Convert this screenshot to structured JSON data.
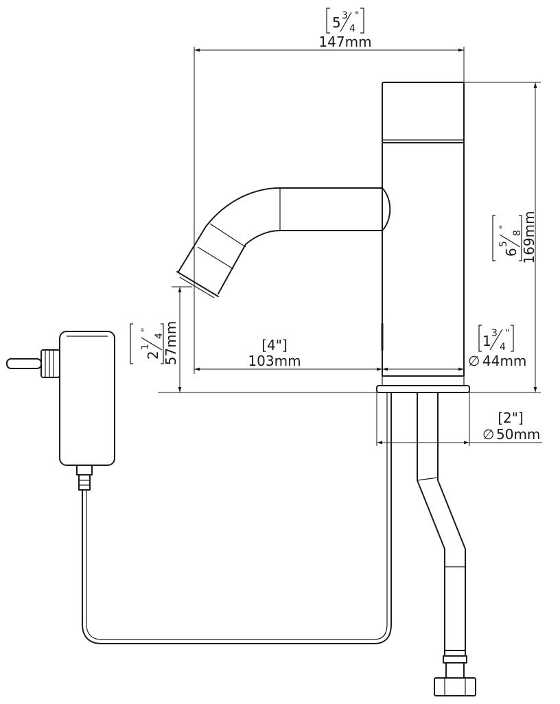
{
  "dimensions": {
    "width_total": {
      "imperial": "[5 3/4\"]",
      "metric": "147mm",
      "whole": "5",
      "num": "3",
      "den": "4"
    },
    "height_total": {
      "imperial": "[6 5/8\"]",
      "metric": "169mm",
      "whole": "6",
      "num": "5",
      "den": "8"
    },
    "spout_height": {
      "imperial": "[2 1/4\"]",
      "metric": "57mm",
      "whole": "2",
      "num": "1",
      "den": "4"
    },
    "spout_reach": {
      "imperial": "[4\"]",
      "metric": "103mm"
    },
    "body_diameter": {
      "imperial": "[1 3/4\"]",
      "metric": "44mm",
      "whole": "1",
      "num": "3",
      "den": "4"
    },
    "base_diameter": {
      "imperial": "[2\"]",
      "metric": "50mm"
    }
  },
  "symbols": {
    "diameter": "∅",
    "inch": "\""
  }
}
